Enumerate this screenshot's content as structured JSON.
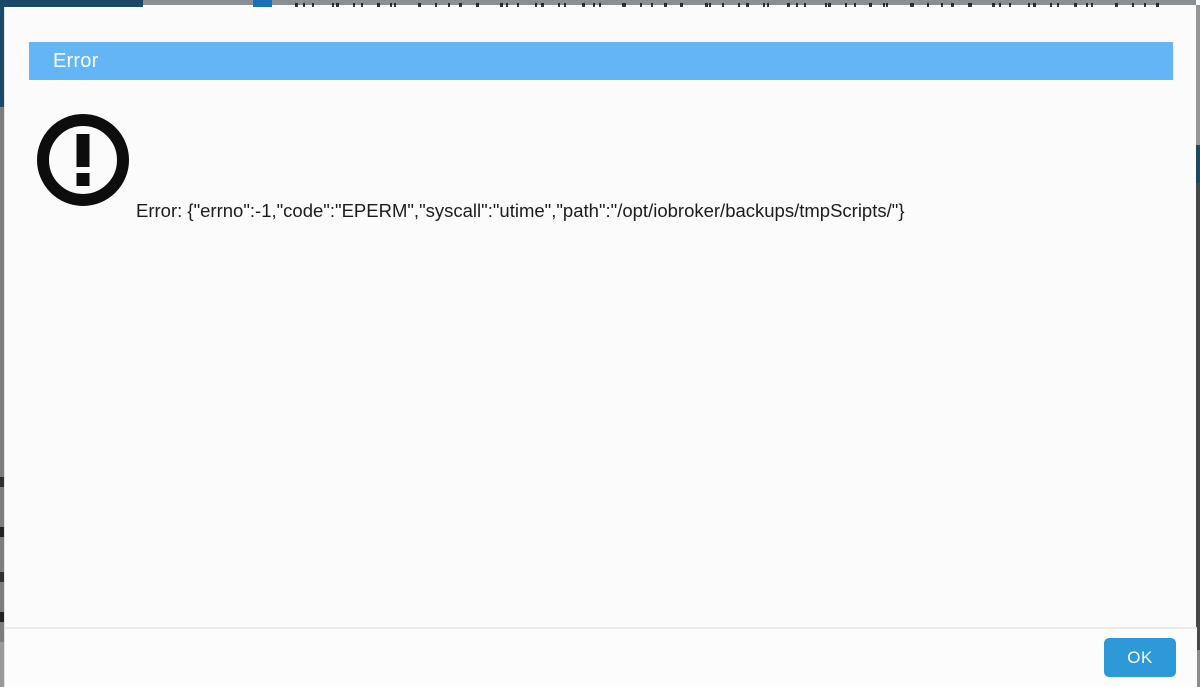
{
  "dialog": {
    "title": "Error",
    "message": "Error: {\"errno\":-1,\"code\":\"EPERM\",\"syscall\":\"utime\",\"path\":\"/opt/iobroker/backups/tmpScripts/\"}",
    "ok_label": "OK",
    "icon": "alert-circle-exclamation-icon"
  },
  "colors": {
    "header_bar": "#64b5f6",
    "header_text": "#ffffff",
    "dialog_bg": "#fbfbfb",
    "message_text": "#1c1c1c",
    "alert_icon": "#0d0d0d",
    "footer_divider": "#ebebeb",
    "ok_button": "#2e99d9",
    "ok_button_text": "#ffffff",
    "background_edge_teal": "#1c4a66",
    "background_edge_gray": "#8a8f94",
    "background_tab_blue": "#1e6fb8"
  }
}
